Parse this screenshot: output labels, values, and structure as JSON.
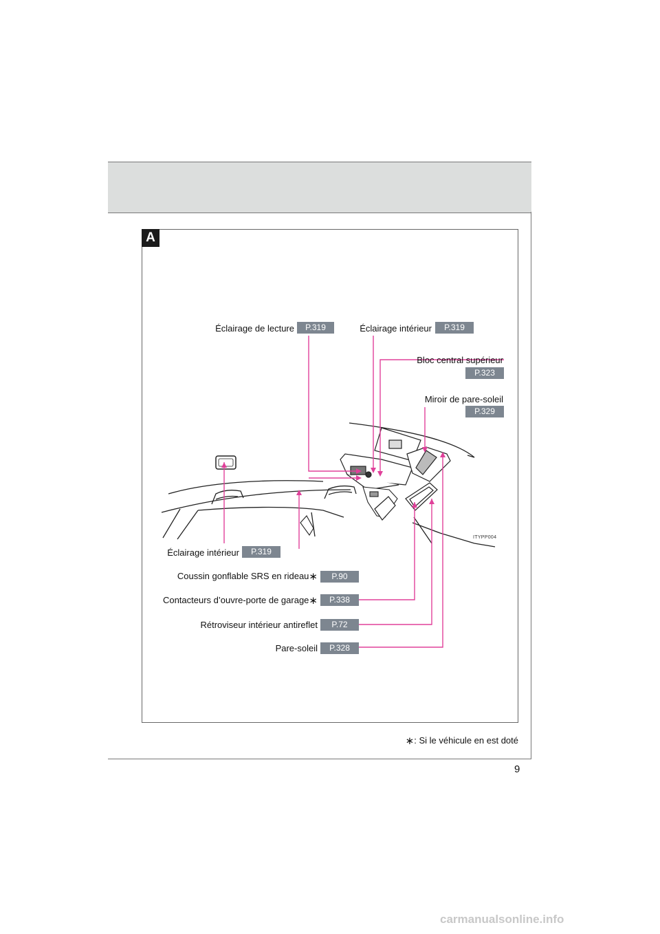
{
  "section": {
    "badge": "A"
  },
  "callouts": {
    "reading_light": {
      "label": "Éclairage de lecture",
      "ref": "P.319"
    },
    "interior_light_top": {
      "label": "Éclairage intérieur",
      "ref": "P.319"
    },
    "overhead_console": {
      "label": "Bloc central supérieur",
      "ref": "P.323"
    },
    "vanity_mirror": {
      "label": "Miroir de pare-soleil",
      "ref": "P.329"
    },
    "interior_light_rear": {
      "label": "Éclairage intérieur",
      "ref": "P.319"
    },
    "curtain_airbag": {
      "label": "Coussin gonflable SRS en rideau",
      "ref": "P.90"
    },
    "garage_door_switches": {
      "label": "Contacteurs d’ouvre-porte de garage",
      "ref": "P.338"
    },
    "rear_view_mirror": {
      "label": "Rétroviseur intérieur antireflet",
      "ref": "P.72"
    },
    "sun_visor": {
      "label": "Pare-soleil",
      "ref": "P.328"
    }
  },
  "asterisk": "∗",
  "illustration_code": "ITYPP004",
  "footnote": ": Si le véhicule en est doté",
  "page_number": "9",
  "watermark": "carmanualsonline.info",
  "colors": {
    "leader": "#e0409a",
    "ref_badge": "#7d8690"
  }
}
